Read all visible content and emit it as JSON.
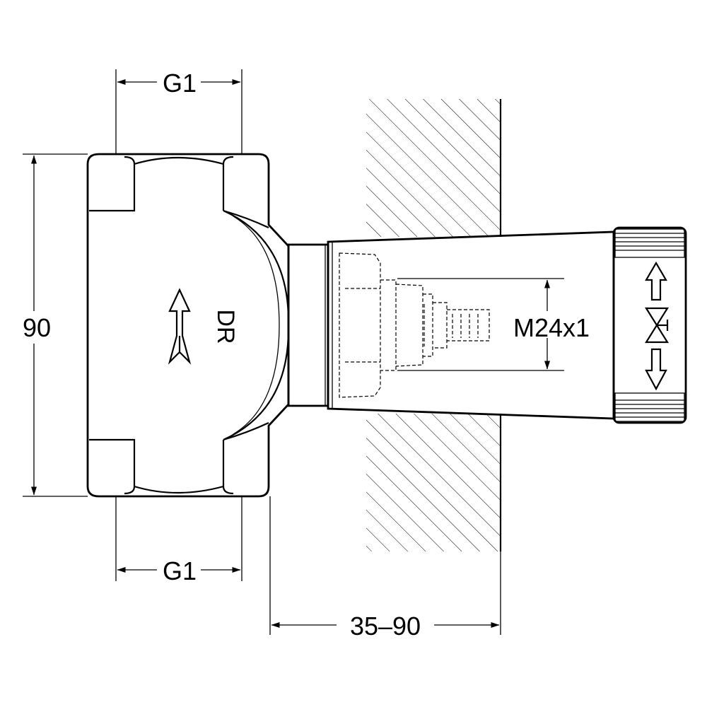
{
  "dimensions": {
    "top_thread": "G1",
    "bottom_thread": "G1",
    "height": "90",
    "depth_range": "35–90",
    "spindle_thread": "M24x1"
  },
  "body_marking": "DR",
  "icons": [
    "flow-direction-arrow-icon",
    "valve-up-arrow-icon",
    "valve-symbol-icon",
    "valve-down-arrow-icon"
  ]
}
